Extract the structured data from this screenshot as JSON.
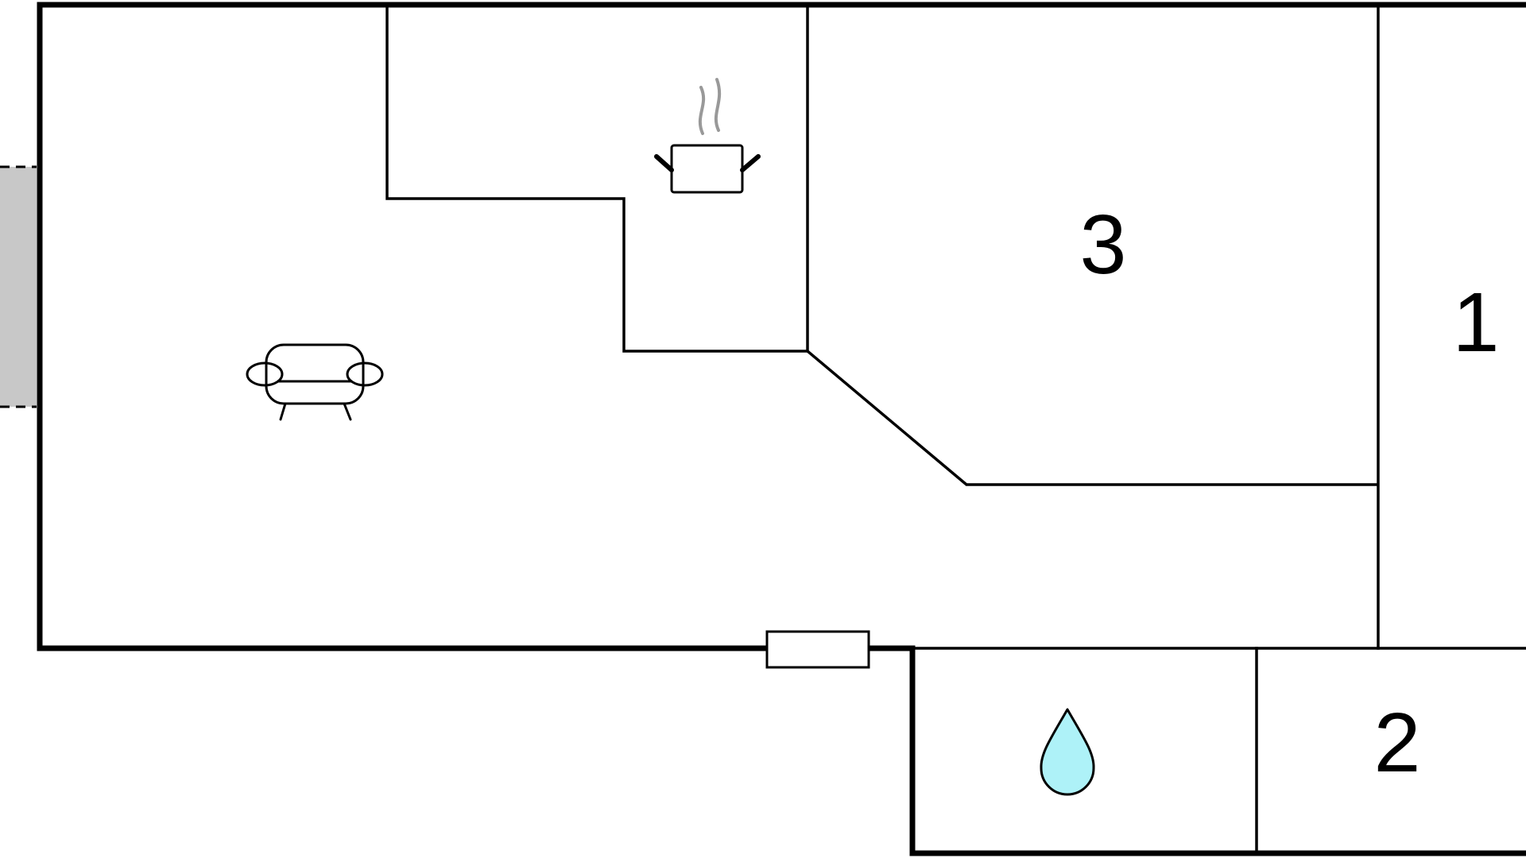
{
  "rooms": {
    "bedroom_1": {
      "label": "1"
    },
    "bedroom_2": {
      "label": "2"
    },
    "bedroom_3": {
      "label": "3"
    }
  },
  "icons": {
    "living_room": "sofa-icon",
    "kitchen": "cooking-pot-icon",
    "bathroom": "water-drop-icon"
  },
  "colors": {
    "walls": "#000000",
    "background": "#ffffff",
    "terrace": "#c8c8c8",
    "water_drop": "#aef2f8",
    "steam": "#999999"
  }
}
